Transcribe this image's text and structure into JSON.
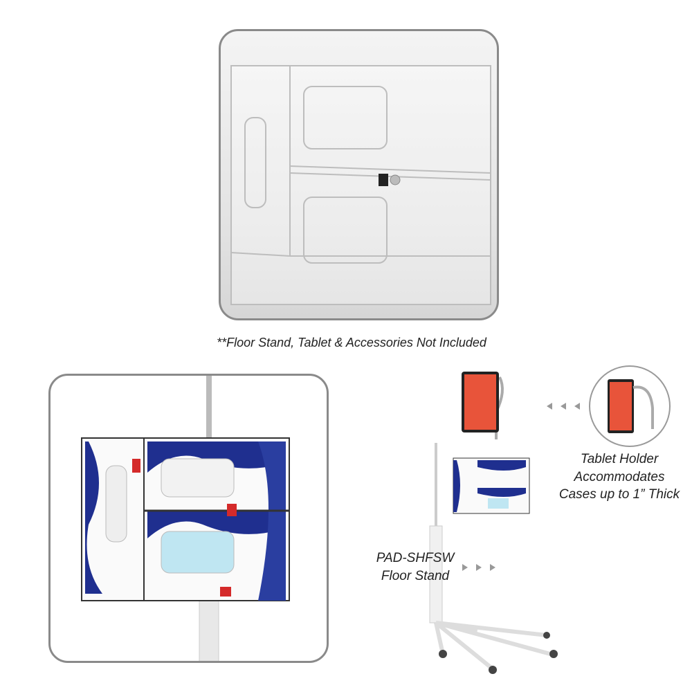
{
  "note": "**Floor Stand, Tablet & Accessories Not Included",
  "tablet_callout": [
    "Tablet Holder",
    "Accommodates",
    "Cases up to 1” Thick"
  ],
  "stand_callout": [
    "PAD-SHFSW",
    "Floor Stand"
  ],
  "colors": {
    "panel_border": "#8a8a8a",
    "brand_blue": "#1f2f8f",
    "accent_red": "#d42a2a",
    "arrow_gray": "#999999"
  }
}
